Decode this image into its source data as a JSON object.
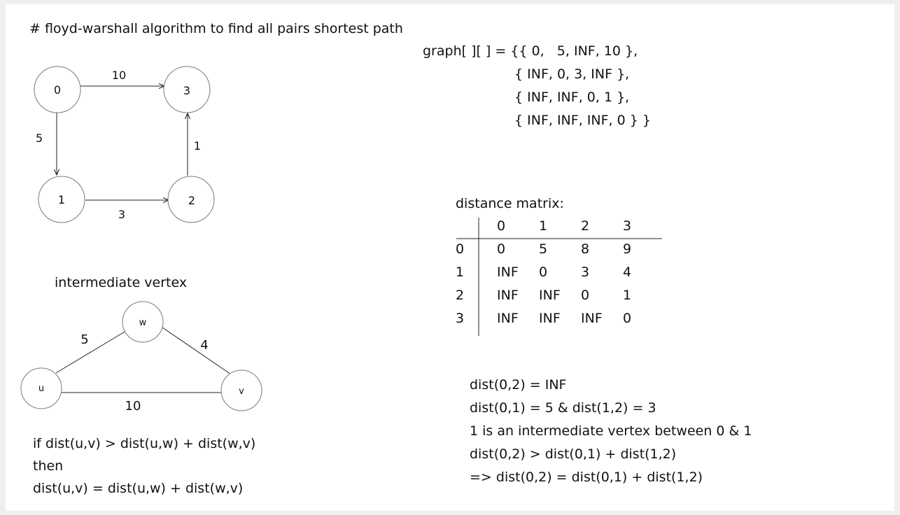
{
  "title": "# floyd-warshall algorithm to find all pairs shortest path",
  "graph": {
    "nodes": [
      "0",
      "1",
      "2",
      "3"
    ],
    "edges": [
      {
        "from": "0",
        "to": "3",
        "weight": "10"
      },
      {
        "from": "0",
        "to": "1",
        "weight": "5"
      },
      {
        "from": "1",
        "to": "2",
        "weight": "3"
      },
      {
        "from": "2",
        "to": "3",
        "weight": "1"
      }
    ]
  },
  "graph_array": [
    "graph[ ][ ] = {{ 0,   5, INF, 10 },",
    "{ INF, 0, 3, INF },",
    "{ INF, INF, 0, 1 },",
    "{ INF, INF, INF, 0 } }"
  ],
  "matrix": {
    "label": "distance matrix:",
    "columns": [
      "0",
      "1",
      "2",
      "3"
    ],
    "rows": [
      {
        "head": "0",
        "cells": [
          "0",
          "5",
          "8",
          "9"
        ]
      },
      {
        "head": "1",
        "cells": [
          "INF",
          "0",
          "3",
          "4"
        ]
      },
      {
        "head": "2",
        "cells": [
          "INF",
          "INF",
          "0",
          "1"
        ]
      },
      {
        "head": "3",
        "cells": [
          "INF",
          "INF",
          "INF",
          "0"
        ]
      }
    ]
  },
  "intermediate": {
    "label": "intermediate vertex",
    "nodes": [
      "u",
      "w",
      "v"
    ],
    "edges": [
      {
        "from": "u",
        "to": "w",
        "weight": "5"
      },
      {
        "from": "w",
        "to": "v",
        "weight": "4"
      },
      {
        "from": "u",
        "to": "v",
        "weight": "10"
      }
    ]
  },
  "rule_lines": [
    "if dist(u,v) > dist(u,w) + dist(w,v)",
    "then",
    "dist(u,v) = dist(u,w) + dist(w,v)"
  ],
  "explanation_lines": [
    "dist(0,2) = INF",
    "dist(0,1) = 5 & dist(1,2) = 3",
    "1 is an intermediate vertex between 0 & 1",
    "dist(0,2) > dist(0,1) + dist(1,2)",
    "=> dist(0,2) = dist(0,1) + dist(1,2)"
  ]
}
